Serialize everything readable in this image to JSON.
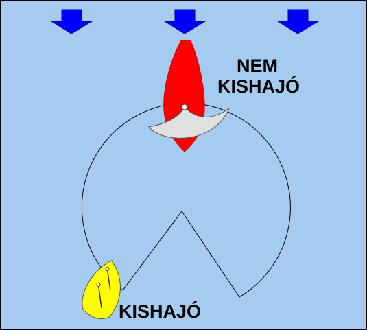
{
  "labels": {
    "not_small_boat_line1": "NEM",
    "not_small_boat_line2": "KISHAJÓ",
    "small_boat": "KISHAJÓ"
  },
  "wind_arrows": {
    "count": 3,
    "direction": "down",
    "color": "#0000ff"
  },
  "colors": {
    "water": "#a6cbf0",
    "large_vessel_hull": "#ff0000",
    "large_vessel_sail": "#e0e0e0",
    "small_boat_hull": "#ffff00",
    "outline": "#000000"
  },
  "icons": [
    "wind-arrow-icon",
    "large-vessel-icon",
    "small-boat-icon"
  ]
}
